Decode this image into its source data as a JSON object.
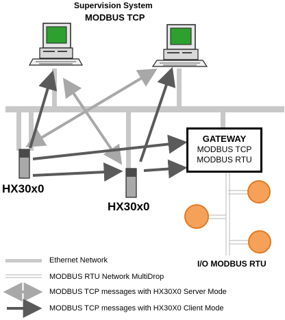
{
  "supervision": {
    "title": "Supervision System",
    "subtitle": "MODBUS TCP"
  },
  "gateway": {
    "title": "GATEWAY",
    "line1": "MODBUS TCP",
    "line2": "MODBUS RTU"
  },
  "devices": {
    "left_label": "HX30x0",
    "middle_label": "HX30x0"
  },
  "io": {
    "label": "I/O MODBUS RTU"
  },
  "legend": [
    {
      "label": "Ethernet Network"
    },
    {
      "label": "MODBUS RTU Network MultiDrop"
    },
    {
      "label": "MODBUS TCP messages with HX30X0 Server Mode"
    },
    {
      "label": "MODBUS TCP messages with HX30X0 Client Mode"
    }
  ],
  "colors": {
    "ethernet": "#c8c8c8",
    "server_arrow": "#a8a8a8",
    "client_arrow": "#5a5a5a",
    "screen": "#2ea02e",
    "io_fill": "#f6a15a",
    "io_stroke": "#e47a1f"
  }
}
